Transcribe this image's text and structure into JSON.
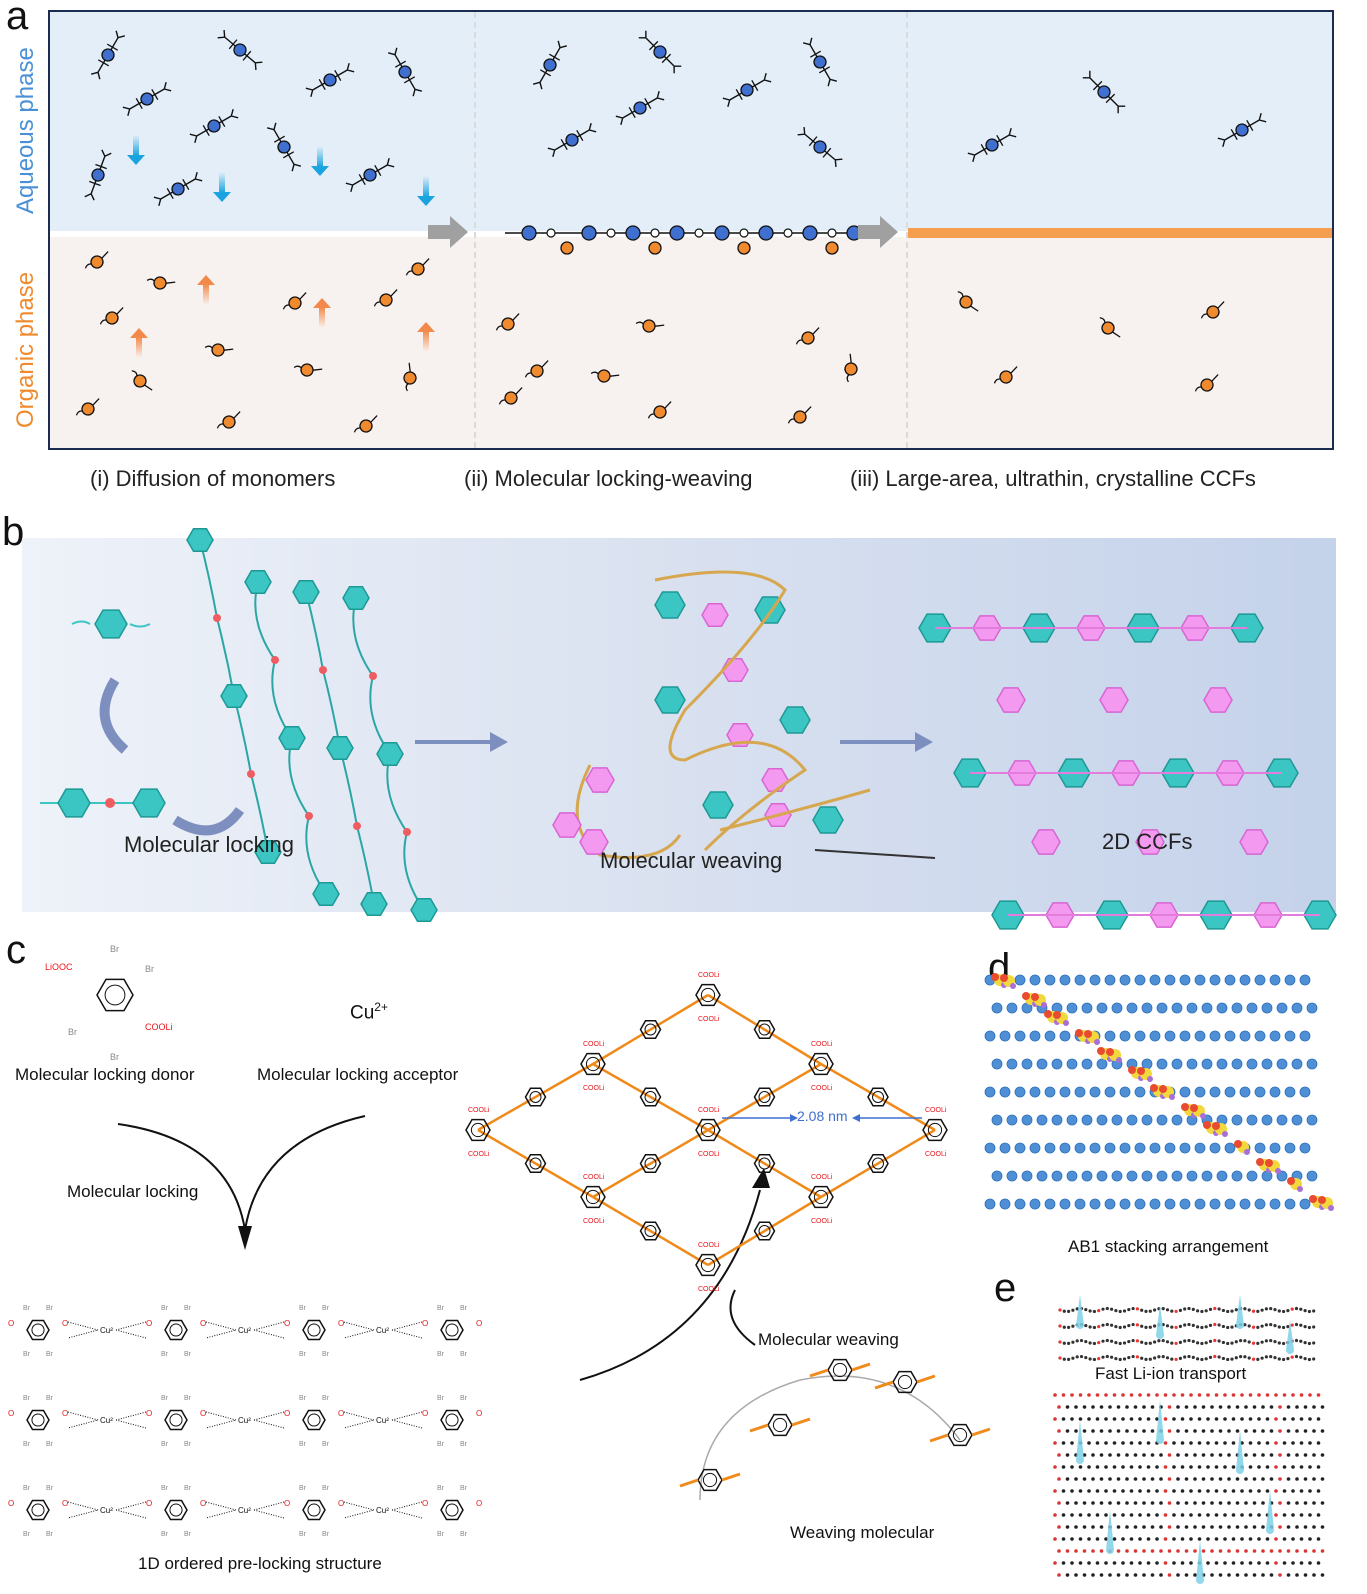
{
  "figure": {
    "panels": {
      "a": {
        "letter": "a",
        "phase_labels": {
          "aqueous": "Aqueous phase",
          "organic": "Organic phase"
        },
        "stage_captions": [
          "(i) Diffusion of monomers",
          "(ii) Molecular locking-weaving",
          "(iii) Large-area, ultrathin, crystalline CCFs"
        ],
        "colors": {
          "aqueous_bg": "#e3eef8",
          "organic_bg": "#f7f2ef",
          "aqueous_monomer": "#3f6fcf",
          "organic_monomer": "#f08a2e",
          "down_arrow": "#19a3df",
          "up_arrow": "#f2894a",
          "film": "#f59e50",
          "stage_arrow": "#a0a0a0",
          "frame": "#1d2b50"
        }
      },
      "b": {
        "letter": "b",
        "labels": {
          "locking": "Molecular locking",
          "weaving": "Molecular weaving",
          "result": "2D CCFs"
        },
        "colors": {
          "teal": "#3cc6c3",
          "pink": "#f39af0",
          "thread": "#d7a74f",
          "lock": "#ef5d63"
        }
      },
      "c": {
        "letter": "c",
        "donor_label": "Molecular locking donor",
        "acceptor_label": "Molecular locking acceptor",
        "acceptor_formula": "Cu",
        "acceptor_charge": "2+",
        "donor_groups": {
          "carboxylate": "COOLi",
          "carboxylate_left": "LiOOC",
          "halogen": "Br"
        },
        "step1_label": "Molecular locking",
        "step2_label": "Molecular weaving",
        "prelock_label": "1D ordered pre-locking structure",
        "weaver_label": "Weaving molecular",
        "pore_size": "2.08 nm",
        "cu_label": "Cu²",
        "oxide_label": "O",
        "colors": {
          "red_text": "#e8151b",
          "alkyne": "#f08a1a",
          "dimension": "#3f6fcf"
        }
      },
      "d": {
        "letter": "d",
        "caption": "AB1 stacking arrangement"
      },
      "e": {
        "letter": "e",
        "caption": "Fast Li-ion transport"
      }
    }
  }
}
